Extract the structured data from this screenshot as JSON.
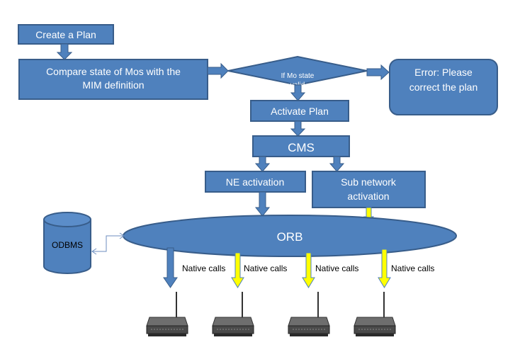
{
  "diagram": {
    "steps": {
      "create_plan": "Create a Plan",
      "compare_line1": "Compare state of Mos with the",
      "compare_line2": "MIM definition",
      "decision_line1": "If Mo state",
      "decision_line2": "valid",
      "error_line1": "Error: Please",
      "error_line2": "correct the plan",
      "activate_plan": "Activate Plan",
      "cms": "CMS",
      "ne_activation": "NE activation",
      "subnet_line1": "Sub network",
      "subnet_line2": "activation",
      "orb": "ORB",
      "odbms": "ODBMS"
    },
    "native_call_labels": [
      "Native calls",
      "Native calls",
      "Native calls",
      "Native calls"
    ],
    "colors": {
      "box_fill": "#4f81bd",
      "box_stroke": "#385d8a",
      "arrow_blue": "#4f81bd",
      "arrow_yellow": "#ffff00",
      "device_body": "#5a5a5a"
    },
    "device_icon": "network-router-icon"
  }
}
